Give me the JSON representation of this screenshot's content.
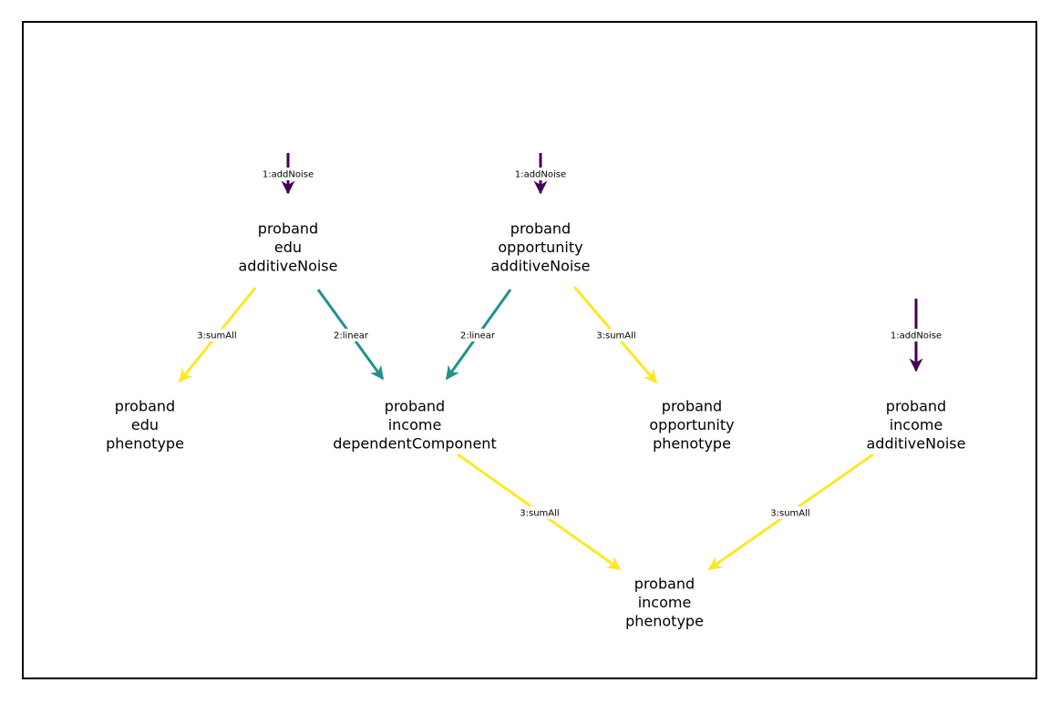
{
  "colors": {
    "addNoise": "#440154",
    "linear": "#21918c",
    "sumAll": "#fde725"
  },
  "nodes": [
    {
      "id": "edu_noise",
      "lines": [
        "proband",
        "edu",
        "additiveNoise"
      ]
    },
    {
      "id": "opp_noise",
      "lines": [
        "proband",
        "opportunity",
        "additiveNoise"
      ]
    },
    {
      "id": "edu_pheno",
      "lines": [
        "proband",
        "edu",
        "phenotype"
      ]
    },
    {
      "id": "inc_dep",
      "lines": [
        "proband",
        "income",
        "dependentComponent"
      ]
    },
    {
      "id": "opp_pheno",
      "lines": [
        "proband",
        "opportunity",
        "phenotype"
      ]
    },
    {
      "id": "inc_noise",
      "lines": [
        "proband",
        "income",
        "additiveNoise"
      ]
    },
    {
      "id": "inc_pheno",
      "lines": [
        "proband",
        "income",
        "phenotype"
      ]
    }
  ],
  "edges": [
    {
      "id": "e1",
      "target": "edu_noise",
      "label": "1:addNoise",
      "kind": "addNoise"
    },
    {
      "id": "e2",
      "target": "opp_noise",
      "label": "1:addNoise",
      "kind": "addNoise"
    },
    {
      "id": "e3",
      "target": "inc_noise",
      "label": "1:addNoise",
      "kind": "addNoise"
    },
    {
      "id": "e4",
      "source": "edu_noise",
      "target": "edu_pheno",
      "label": "3:sumAll",
      "kind": "sumAll"
    },
    {
      "id": "e5",
      "source": "edu_noise",
      "target": "inc_dep",
      "label": "2:linear",
      "kind": "linear"
    },
    {
      "id": "e6",
      "source": "opp_noise",
      "target": "inc_dep",
      "label": "2:linear",
      "kind": "linear"
    },
    {
      "id": "e7",
      "source": "opp_noise",
      "target": "opp_pheno",
      "label": "3:sumAll",
      "kind": "sumAll"
    },
    {
      "id": "e8",
      "source": "inc_dep",
      "target": "inc_pheno",
      "label": "3:sumAll",
      "kind": "sumAll"
    },
    {
      "id": "e9",
      "source": "inc_noise",
      "target": "inc_pheno",
      "label": "3:sumAll",
      "kind": "sumAll"
    }
  ]
}
